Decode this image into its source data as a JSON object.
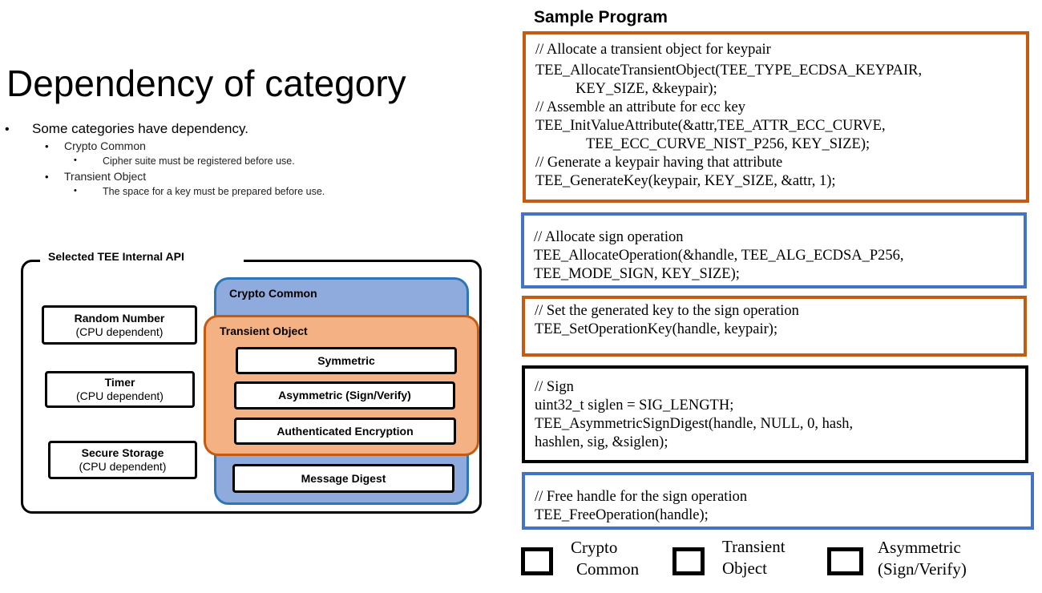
{
  "title": "Dependency of category",
  "bullets": {
    "main": "Some categories have dependency.",
    "crypto_common": "Crypto Common",
    "crypto_common_note": "Cipher suite must be registered before use.",
    "transient_object": "Transient Object",
    "transient_object_note": "The space for a key must be prepared before use."
  },
  "diagram": {
    "api_title": "Selected TEE Internal API",
    "random_number": "Random Number",
    "random_number_sub": "(CPU dependent)",
    "timer": "Timer",
    "timer_sub": "(CPU dependent)",
    "secure_storage": "Secure Storage",
    "secure_storage_sub": "(CPU dependent)",
    "crypto_common": "Crypto Common",
    "transient_object": "Transient Object",
    "symmetric": "Symmetric",
    "asymmetric": "Asymmetric (Sign/Verify)",
    "authenticated_encryption": "Authenticated Encryption",
    "message_digest": "Message Digest"
  },
  "sample": {
    "title": "Sample Program",
    "box1": [
      "// Allocate a transient object for keypair",
      "TEE_AllocateTransientObject(TEE_TYPE_ECDSA_KEYPAIR,",
      "        KEY_SIZE, &keypair);",
      "// Assemble an attribute for ecc key",
      "TEE_InitValueAttribute(&attr,TEE_ATTR_ECC_CURVE,",
      "          TEE_ECC_CURVE_NIST_P256, KEY_SIZE);",
      "// Generate a keypair having that attribute",
      "TEE_GenerateKey(keypair, KEY_SIZE, &attr, 1);"
    ],
    "box2": [
      "// Allocate sign operation",
      "TEE_AllocateOperation(&handle, TEE_ALG_ECDSA_P256,",
      "TEE_MODE_SIGN, KEY_SIZE);"
    ],
    "box3": [
      "// Set the generated key to the sign operation",
      "TEE_SetOperationKey(handle, keypair);"
    ],
    "box4": [
      "// Sign",
      "uint32_t siglen = SIG_LENGTH;",
      "TEE_AsymmetricSignDigest(handle, NULL, 0, hash,",
      "hashlen, sig, &siglen);"
    ],
    "box5": [
      "// Free handle for the sign operation",
      "TEE_FreeOperation(handle);"
    ]
  },
  "legend": {
    "crypto_line1": "Crypto",
    "crypto_line2": "Common",
    "transient_line1": "Transient",
    "transient_line2": "Object",
    "asym_line1": "Asymmetric",
    "asym_line2": "(Sign/Verify)"
  },
  "colors": {
    "blue_border": "#4472c4",
    "orange_border": "#c55a11",
    "crypto_fill": "#8faadc",
    "transient_fill": "#f4b183"
  }
}
